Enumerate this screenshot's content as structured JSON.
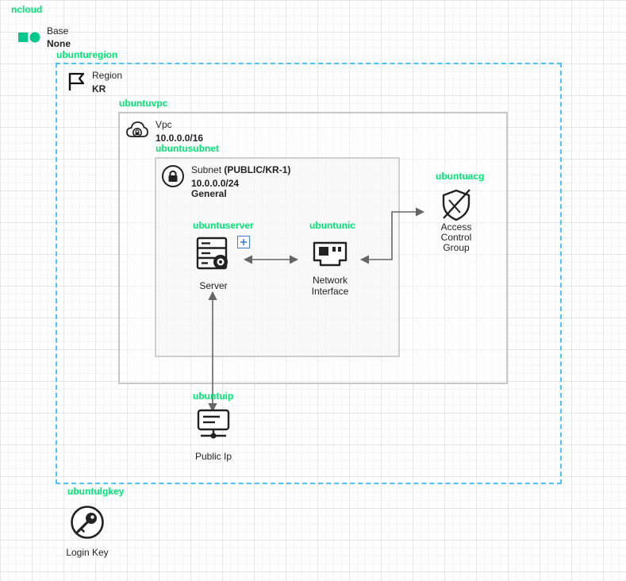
{
  "provider": {
    "label": "ncloud"
  },
  "base": {
    "title": "Base",
    "value": "None"
  },
  "region": {
    "name": "ubunturegion",
    "title": "Region",
    "value": "KR"
  },
  "vpc": {
    "name": "ubuntuvpc",
    "title": "Vpc",
    "cidr": "10.0.0.0/16"
  },
  "subnet": {
    "name": "ubuntusubnet",
    "title": "Subnet",
    "type": "(PUBLIC/KR-1)",
    "cidr": "10.0.0.0/24",
    "usage": "General"
  },
  "server": {
    "name": "ubuntuserver",
    "label": "Server"
  },
  "nic": {
    "name": "ubuntunic",
    "label_line1": "Network",
    "label_line2": "Interface"
  },
  "acg": {
    "name": "ubuntuacg",
    "label_line1": "Access",
    "label_line2": "Control",
    "label_line3": "Group"
  },
  "public_ip": {
    "name": "ubuntuip",
    "label": "Public Ip"
  },
  "login_key": {
    "name": "ubuntulgkey",
    "label": "Login Key"
  },
  "colors": {
    "resource_name": "#00e676",
    "region_border": "#4fc3f7",
    "vpc_border": "#c8c8c8",
    "connector": "#666666"
  }
}
